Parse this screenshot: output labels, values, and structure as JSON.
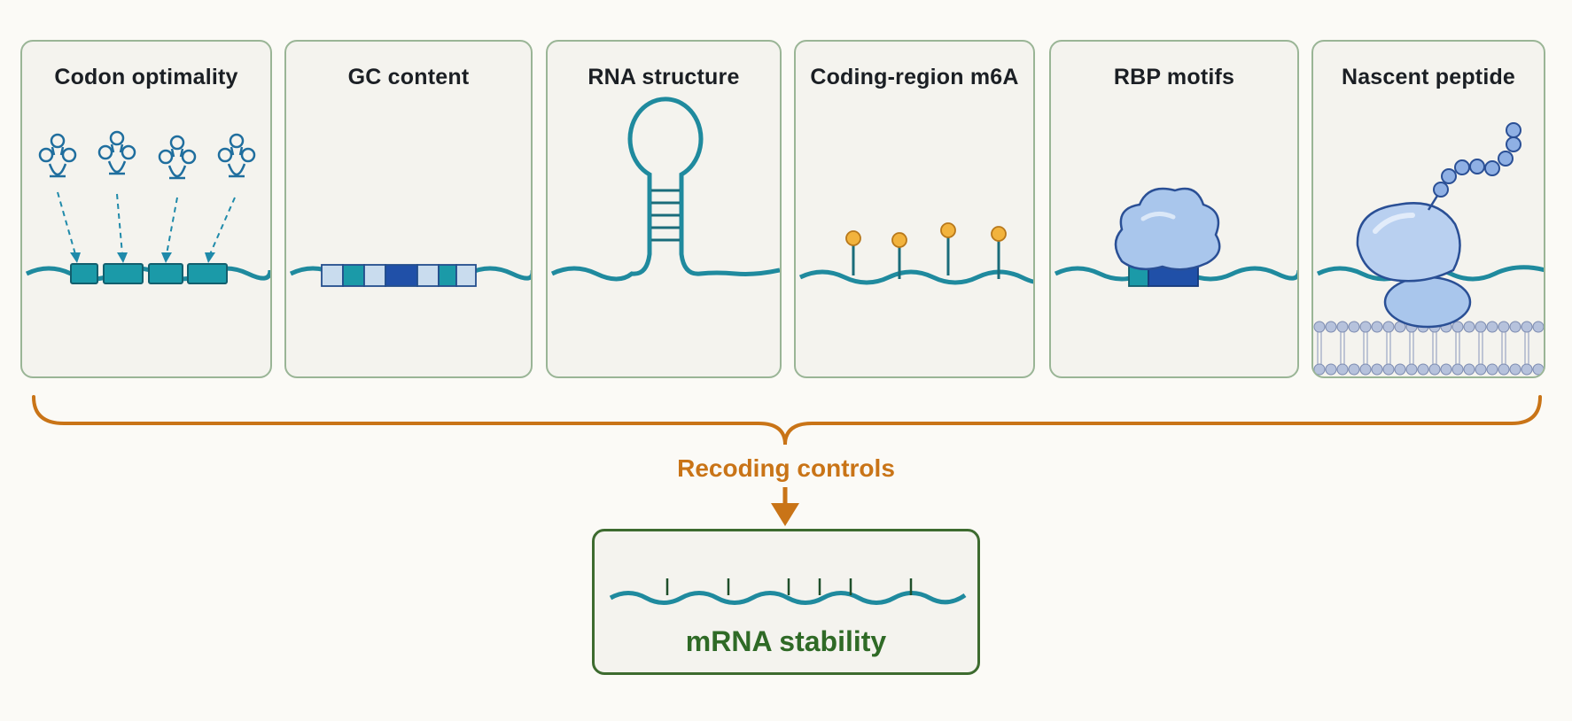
{
  "panels": [
    {
      "title": "Codon optimality",
      "icon": "trna-codon-icon"
    },
    {
      "title": "GC content",
      "icon": "gc-blocks-icon"
    },
    {
      "title": "RNA structure",
      "icon": "stem-loop-icon"
    },
    {
      "title": "Coding-region m6A",
      "icon": "m6a-marks-icon"
    },
    {
      "title": "RBP motifs",
      "icon": "rbp-binding-icon"
    },
    {
      "title": "Nascent peptide",
      "icon": "ribosome-peptide-icon"
    }
  ],
  "connector": {
    "label": "Recoding controls"
  },
  "result": {
    "label": "mRNA stability"
  },
  "colors": {
    "mrna": "#1f8a9e",
    "codon_box": "#1b9aa8",
    "gc_light": "#c9dcee",
    "gc_dark": "#2050a8",
    "m6a_dot": "#f2b33d",
    "protein": "#a9c6ec",
    "brace": "#c97417",
    "result_border": "#3d6b2f",
    "panel_border": "#9ab596"
  }
}
